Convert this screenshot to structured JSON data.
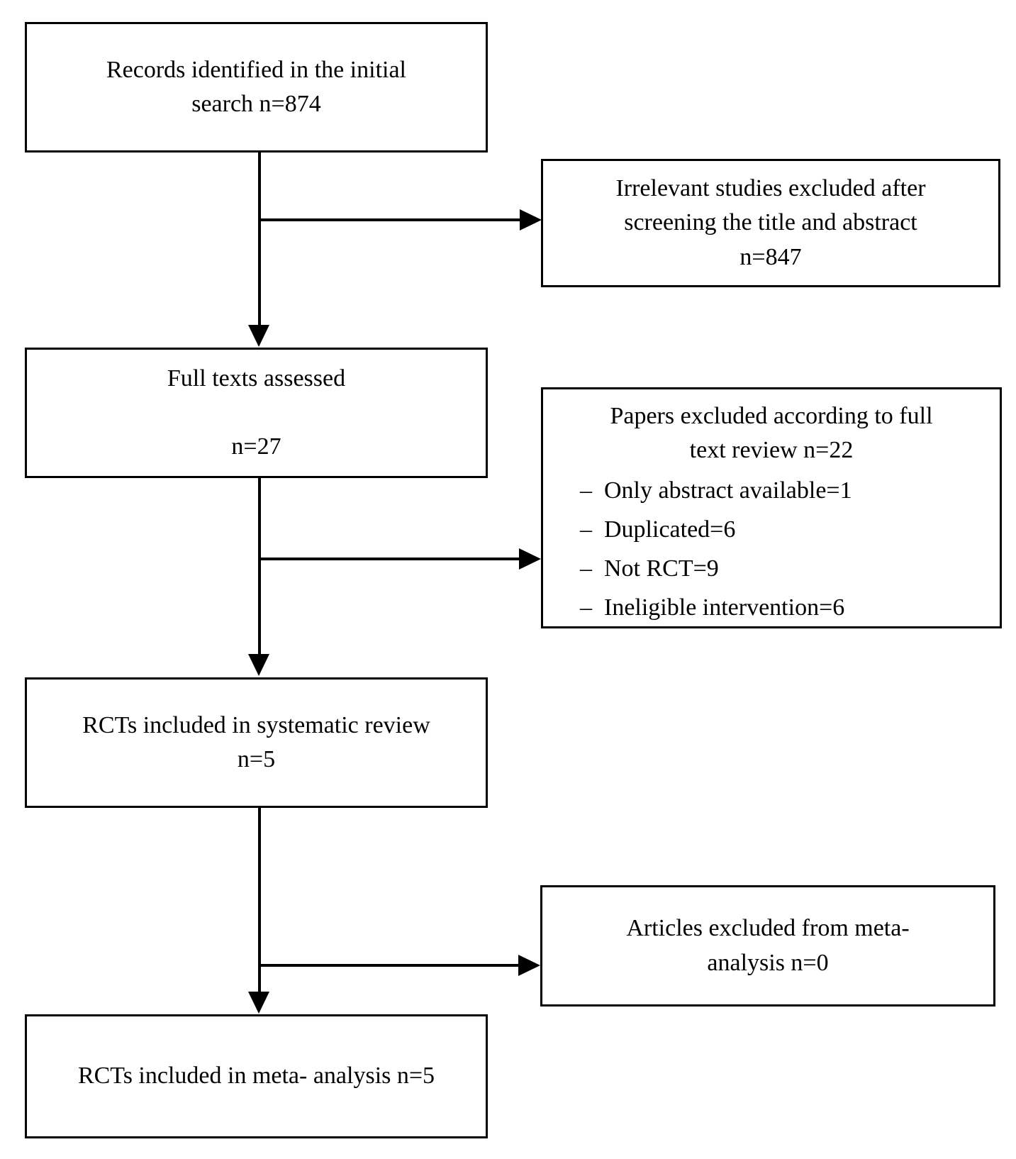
{
  "diagram": {
    "type": "prisma-flow-diagram",
    "title": "",
    "colors": {
      "background": "#ffffff",
      "stroke": "#000000",
      "text": "#000000"
    },
    "boxes": {
      "records_identified": {
        "line1": "Records identified in the initial",
        "line2": "search n=874"
      },
      "irrelevant_excluded": {
        "line1": "Irrelevant studies excluded after",
        "line2": "screening the title and abstract",
        "line3": "n=847"
      },
      "full_texts_assessed": {
        "line1": "Full texts assessed",
        "line2": "",
        "line3": "n=27"
      },
      "papers_excluded": {
        "line1": "Papers excluded according to full",
        "line2": "text review n=22",
        "reasons": [
          "Only abstract available=1",
          "Duplicated=6",
          "Not RCT=9",
          "Ineligible intervention=6"
        ],
        "bullet": "–"
      },
      "rcts_systematic_review": {
        "line1": "RCTs included in systematic review",
        "line2": "n=5"
      },
      "articles_excluded_meta": {
        "line1": "Articles excluded from meta-",
        "line2": "analysis n=0"
      },
      "rcts_meta_analysis": {
        "line1": "RCTs included in meta- analysis n=5"
      }
    },
    "connectors": [
      {
        "name": "records-to-fulltexts",
        "kind": "vertical-arrow"
      },
      {
        "name": "records-to-irrelevant",
        "kind": "horizontal-arrow"
      },
      {
        "name": "fulltexts-to-rcts",
        "kind": "vertical-arrow"
      },
      {
        "name": "fulltexts-to-papers-excluded",
        "kind": "horizontal-arrow"
      },
      {
        "name": "rcts-to-meta",
        "kind": "vertical-arrow"
      },
      {
        "name": "rcts-to-articles-excluded",
        "kind": "horizontal-arrow"
      }
    ]
  }
}
